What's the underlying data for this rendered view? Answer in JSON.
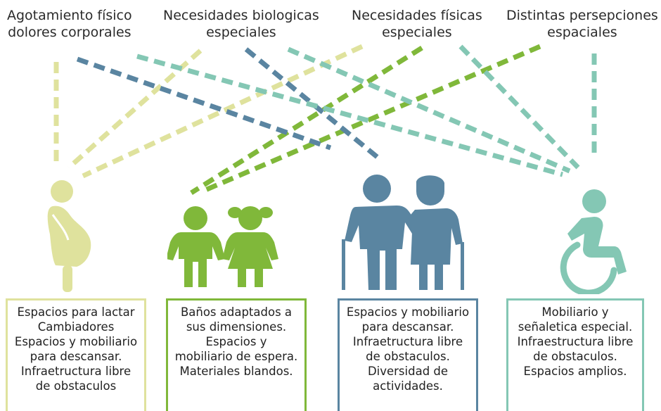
{
  "colors": {
    "yellow": "#dfe29d",
    "green": "#80b83a",
    "blue": "#5a85a1",
    "teal": "#84c7b4",
    "text": "#2b2b2b"
  },
  "top_labels": [
    {
      "line1": "Agotamiento físico",
      "line2": "dolores corporales"
    },
    {
      "line1": "Necesidades biologicas",
      "line2": "especiales"
    },
    {
      "line1": "Necesidades físicas",
      "line2": "especiales"
    },
    {
      "line1": "Distintas persepciones",
      "line2": "espaciales"
    }
  ],
  "figures": [
    {
      "icon": "pregnant-woman-icon"
    },
    {
      "icon": "children-icon"
    },
    {
      "icon": "elderly-couple-icon"
    },
    {
      "icon": "wheelchair-user-icon"
    }
  ],
  "boxes": [
    {
      "lines": [
        "Espacios para lactar",
        "Cambiadores",
        "Espacios y mobiliario",
        "para descansar.",
        "Infraetructura libre",
        "de obstaculos"
      ]
    },
    {
      "lines": [
        "Baños adaptados a",
        "sus dimensiones.",
        "Espacios y",
        "mobiliario de espera.",
        "Materiales blandos."
      ]
    },
    {
      "lines": [
        "Espacios y mobiliario",
        "para descansar.",
        "Infraetructura libre",
        "de obstaculos.",
        "Diversidad de",
        "actividades."
      ]
    },
    {
      "lines": [
        "Mobiliario y",
        "señaletica especial.",
        "Infraestructura libre",
        "de obstaculos.",
        "Espacios amplios."
      ]
    }
  ]
}
